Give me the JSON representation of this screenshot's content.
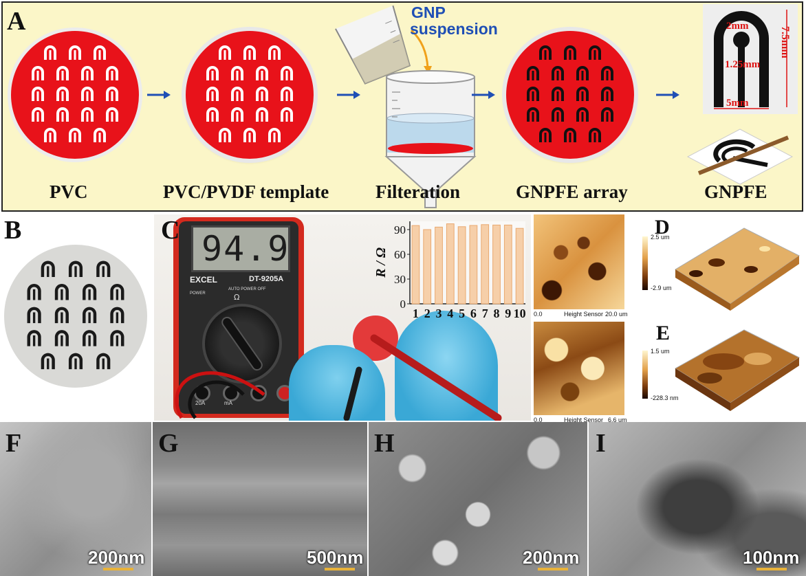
{
  "panel_a": {
    "letter": "A",
    "steps": [
      {
        "label": "PVC"
      },
      {
        "label": "PVC/PVDF template"
      },
      {
        "label": "Filteration"
      },
      {
        "label": "GNPFE array"
      },
      {
        "label": "GNPFE"
      }
    ],
    "suspension_label_line1": "GNP",
    "suspension_label_line2": "suspension",
    "dimensions": {
      "top": "2mm",
      "middle": "1.25mm",
      "bottom": "5mm",
      "height": "7.5mm"
    }
  },
  "panel_b": {
    "letter": "B"
  },
  "panel_c": {
    "letter": "C",
    "meter_display": "94.9",
    "meter_brand": "EXCEL",
    "meter_model": "DT-9205A",
    "meter_power": "POWER",
    "meter_auto": "AUTO POWER OFF",
    "meter_port_20a": "20A",
    "meter_port_ma": "mA",
    "ohm_symbol": "Ω"
  },
  "chart_data": {
    "type": "bar",
    "categories": [
      "1",
      "2",
      "3",
      "4",
      "5",
      "6",
      "7",
      "8",
      "9",
      "10"
    ],
    "values": [
      94.9,
      90,
      93,
      97,
      93.5,
      95,
      96,
      95.5,
      95.5,
      91.5
    ],
    "ylabel": "R / Ω",
    "ylim": [
      0,
      100
    ],
    "yticks": [
      0,
      30,
      60,
      90
    ],
    "bar_color": "#f6cfa9",
    "bar_edge": "#e9a970"
  },
  "panel_d": {
    "letter": "D",
    "cbar_max": "2.5 um",
    "cbar_min": "-2.9 um",
    "sensor_left": "0.0",
    "sensor_mid": "Height Sensor",
    "sensor_right": "20.0 um"
  },
  "panel_e": {
    "letter": "E",
    "cbar_max": "1.5 um",
    "cbar_min": "-228.3 nm",
    "sensor_left": "0.0",
    "sensor_mid": "Height Sensor",
    "sensor_right": "6.6 um"
  },
  "sem": [
    {
      "letter": "F",
      "scale": "200nm"
    },
    {
      "letter": "G",
      "scale": "500nm"
    },
    {
      "letter": "H",
      "scale": "200nm"
    },
    {
      "letter": "I",
      "scale": "100nm"
    }
  ],
  "colors": {
    "frame_bg": "#fbf6c8",
    "pvc_red": "#e8121a",
    "arrow_blue": "#1f4fb5",
    "dim_red": "#d11"
  }
}
